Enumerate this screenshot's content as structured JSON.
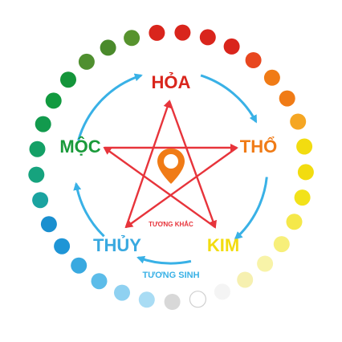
{
  "elements": [
    {
      "key": "hoa",
      "label": "HỎA",
      "color": "#d9251c"
    },
    {
      "key": "tho",
      "label": "THỔ",
      "color": "#f07b16"
    },
    {
      "key": "kim",
      "label": "KIM",
      "color": "#f2dc10"
    },
    {
      "key": "thuy",
      "label": "THỦY",
      "color": "#39a9e0"
    },
    {
      "key": "moc",
      "label": "MỘC",
      "color": "#1a9a3a"
    }
  ],
  "relations": {
    "generating": {
      "label": "TƯƠNG SINH",
      "color": "#39b1e6"
    },
    "overcoming": {
      "label": "TƯƠNG KHẮC",
      "color": "#e7343b"
    }
  },
  "center_icon": {
    "name": "location-pin-icon",
    "color": "#f07b16"
  },
  "dot_ring_colors": [
    "#d9251c",
    "#d9251c",
    "#d9251c",
    "#d9251c",
    "#e8471f",
    "#f07b16",
    "#f07b16",
    "#f5a623",
    "#f2dc10",
    "#f2dc10",
    "#f2e21a",
    "#f5e84a",
    "#f7ef7a",
    "#f8f3a8",
    "#f6f0b0",
    "#f4f4f4",
    "#ffffff",
    "#d8d8d8",
    "#a9dcf4",
    "#8fd1f1",
    "#5cbce9",
    "#39a9e0",
    "#1e95d6",
    "#1a8fcf",
    "#1aa3a0",
    "#16a37e",
    "#14a066",
    "#129a4d",
    "#119a3f",
    "#14953a",
    "#4f8f2f",
    "#4a8a2b",
    "#57932e"
  ]
}
